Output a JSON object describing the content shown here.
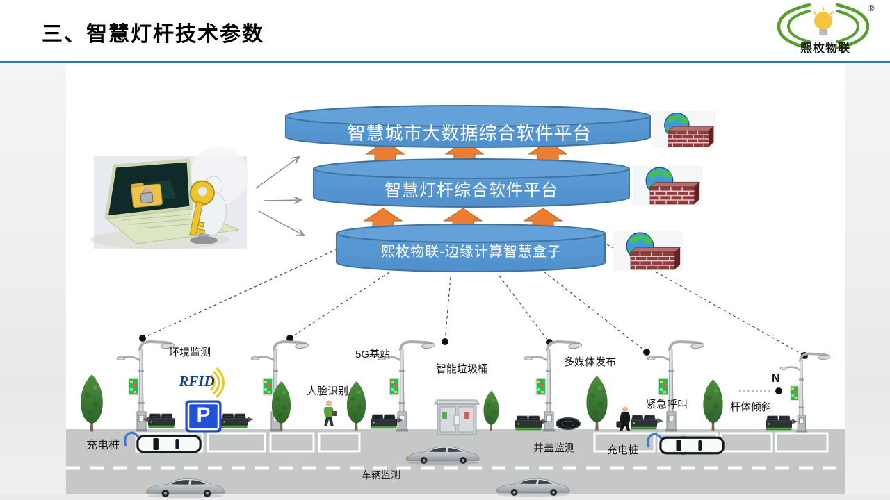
{
  "header": {
    "title": "三、智慧灯杆技术参数",
    "logo": {
      "company": "熙枚物联",
      "registered": "®"
    }
  },
  "platforms": [
    {
      "label": "智慧城市大数据综合软件平台"
    },
    {
      "label": "智慧灯杆综合软件平台"
    },
    {
      "label": "熙枚物联-边缘计算智慧盒子"
    }
  ],
  "street": {
    "labels": {
      "environment": "环境监测",
      "rfid": "RFID",
      "parking_sign": "P",
      "charging_left": "充电桩",
      "station_5g": "5G基站",
      "face_recognition": "人脸识别",
      "smart_trash": "智能垃圾桶",
      "multimedia": "多媒体发布",
      "manhole": "井盖监测",
      "charging_right": "充电桩",
      "emergency_call": "紧急呼叫",
      "pole_tilt": "杆体倾斜",
      "north": "N",
      "vehicle_monitor": "车辆监测"
    }
  },
  "colors": {
    "platform_blue": "#5b9bd5",
    "platform_border": "#3f729f",
    "arrow_orange": "#ed7d31",
    "header_rule_blue": "#2878b8",
    "logo_green": "#5a9e32",
    "bulb_yellow": "#f6c53f",
    "parking_sign_blue": "#2051d6",
    "rfid_blue": "#16418c",
    "road_gray": "#c6c8c8"
  }
}
